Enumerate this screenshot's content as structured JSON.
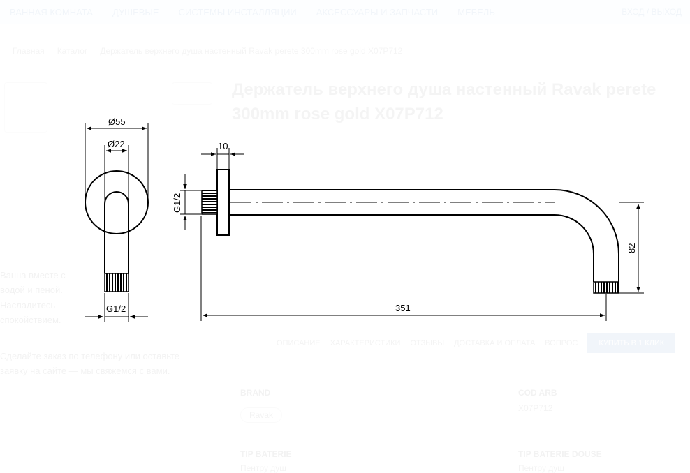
{
  "page": {
    "nav": [
      "ВАННАЯ КОМНАТА",
      "ДУШЕВЫЕ",
      "СИСТЕМЫ ИНСТАЛЛЯЦИИ",
      "АКСЕССУАРЫ И ЗАПЧАСТИ",
      "МЕБЕЛЬ"
    ],
    "nav_right": "ВХОД / ВЫХОД",
    "breadcrumbs": [
      "Главная",
      "Каталог",
      "Держатель верхнего душа настенный Ravak perete 300mm rose gold X07P712"
    ],
    "title": "Держатель верхнего душа настенный Ravak perete 300mm rose gold X07P712",
    "left_text_1": "Ванна вместе с водой и пеной. Насладитесь спокойствием.",
    "left_text_2": "Сделайте заказ по телефону или оставьте заявку на сайте — мы свяжемся с вами.",
    "tabs": [
      "ОПИСАНИЕ",
      "ХАРАКТЕРИСТИКИ",
      "ОТЗЫВЫ",
      "ДОСТАВКА И ОПЛАТА",
      "ВОПРОС"
    ],
    "tab_active": "КУПИТЬ В 1 КЛИК",
    "specs": [
      {
        "key": "BRAND",
        "value": "Ravak"
      },
      {
        "key": "COD ARB",
        "value": "X07P712"
      },
      {
        "key": "TIP BATERIE",
        "value": "Пентру душ"
      },
      {
        "key": "TIP BATERIE DOUSE",
        "value": "Пентру душ"
      }
    ]
  },
  "drawing": {
    "labels": {
      "flange_diameter": "Ø55",
      "pipe_diameter": "Ø22",
      "thread_front": "G1/2",
      "flange_thickness": "10",
      "thread_side": "G1/2",
      "drop_height": "82",
      "length": "351"
    }
  }
}
